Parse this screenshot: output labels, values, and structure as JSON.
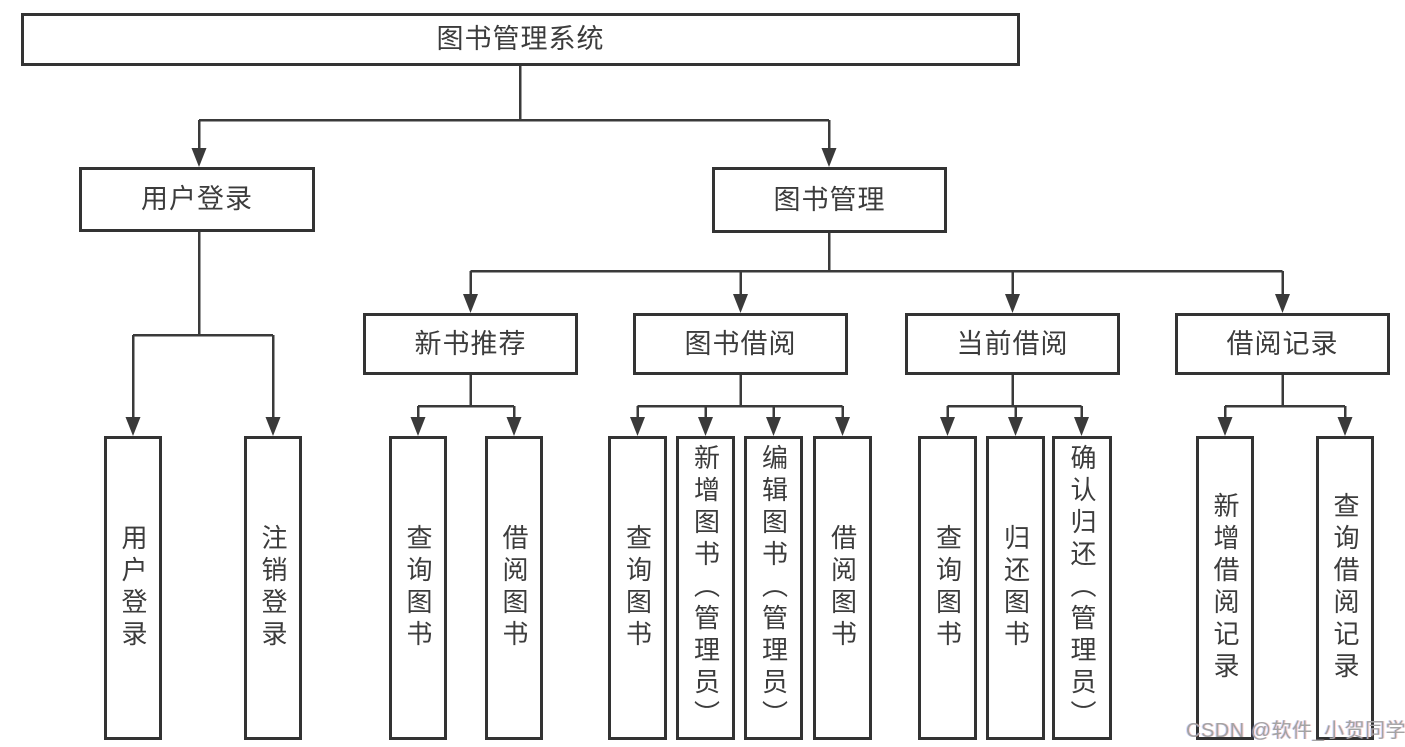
{
  "diagram": {
    "title": "图书管理系统",
    "level2": {
      "user_login": "用户登录",
      "book_management": "图书管理"
    },
    "level3": {
      "new_book_recommend": "新书推荐",
      "book_borrow": "图书借阅",
      "current_borrow": "当前借阅",
      "borrow_record": "借阅记录"
    },
    "leaves": {
      "user_login": "用户登录",
      "logout": "注销登录",
      "recommend_query_book": "查询图书",
      "recommend_borrow_book": "借阅图书",
      "borrow_query_book": "查询图书",
      "add_book_admin": "新增图书（管理员）",
      "edit_book_admin": "编辑图书（管理员）",
      "borrow_borrow_book": "借阅图书",
      "current_query_book": "查询图书",
      "return_book": "归还图书",
      "confirm_return_admin": "确认归还（管理员）",
      "add_borrow_record": "新增借阅记录",
      "query_borrow_record": "查询借阅记录"
    }
  },
  "watermark": {
    "text": "CSDN @软件_小贺同学"
  },
  "colors": {
    "line": "#3a3a3a",
    "box_border": "#333333",
    "text": "#3c3c3c",
    "watermark": "#a3a3a3",
    "background": "#ffffff"
  }
}
